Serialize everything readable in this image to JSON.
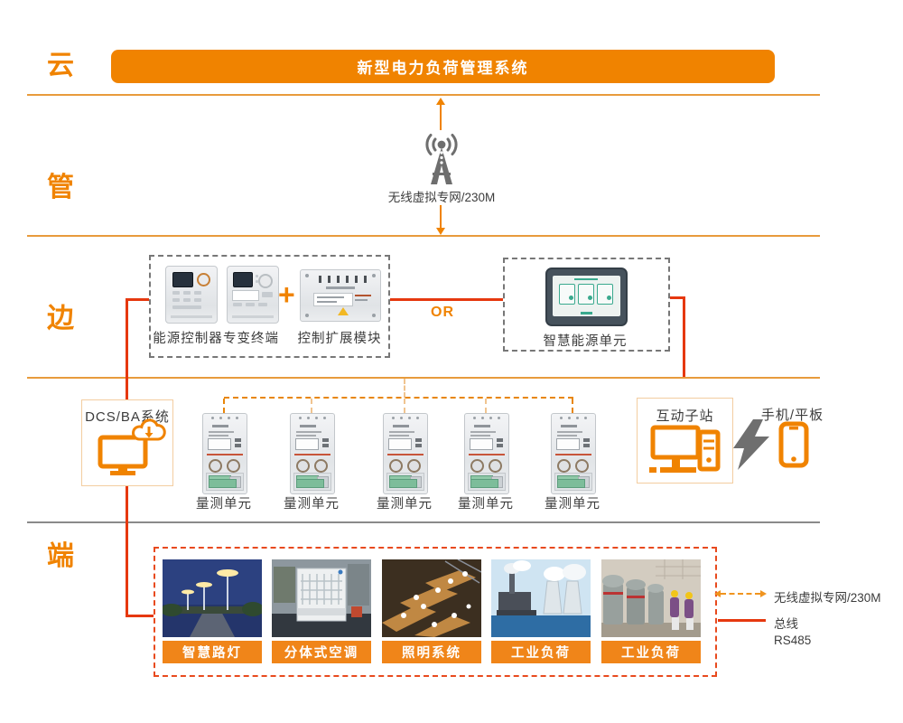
{
  "banner": {
    "title": "新型电力负荷管理系统"
  },
  "layer_labels": {
    "cloud": "云",
    "pipe": "管",
    "edge": "边",
    "terminal": "端"
  },
  "network_link": {
    "label": "无线虚拟专网/230M"
  },
  "edge_layer": {
    "combo_box": {
      "devices": [
        {
          "label": "能源控制器"
        },
        {
          "label": "专变终端"
        },
        {
          "label": "控制扩展模块"
        }
      ],
      "plus_sign": "+"
    },
    "or_label": "OR",
    "smart_energy_unit": {
      "label": "智慧能源单元"
    }
  },
  "access_layer": {
    "dcs_ba": {
      "label": "DCS/BA系统"
    },
    "meters": [
      {
        "label": "量测单元"
      },
      {
        "label": "量测单元"
      },
      {
        "label": "量测单元"
      },
      {
        "label": "量测单元"
      },
      {
        "label": "量测单元"
      }
    ],
    "interactive_substation": {
      "label": "互动子站"
    },
    "mobile": {
      "label": "手机/平板"
    }
  },
  "terminal_layer": {
    "loads": [
      {
        "label": "智慧路灯"
      },
      {
        "label": "分体式空调"
      },
      {
        "label": "照明系统"
      },
      {
        "label": "工业负荷"
      },
      {
        "label": "工业负荷"
      }
    ]
  },
  "legend": {
    "wireless": "无线虚拟专网/230M",
    "bus": "总线",
    "rs485": "RS485"
  },
  "icons": {
    "antenna": "radio-tower-icon",
    "dcs": "monitor-with-cloud-download-icon",
    "substation": "desktop-and-tower-icon",
    "lightning": "lightning-bolt-icon",
    "phone": "smartphone-icon"
  },
  "colors": {
    "accent_orange": "#F08300",
    "divider_orange": "#E89B3C",
    "divider_gray": "#8A8A8A",
    "line_red": "#E6380F",
    "bus_dashed_orange": "#E8860A",
    "group_dashed_gray": "#777777",
    "group_dashed_red": "#E84A1E",
    "box_border_peach": "#F3CDA0",
    "label_bar_orange": "#F08519",
    "text_dark": "#3C3C3C"
  }
}
